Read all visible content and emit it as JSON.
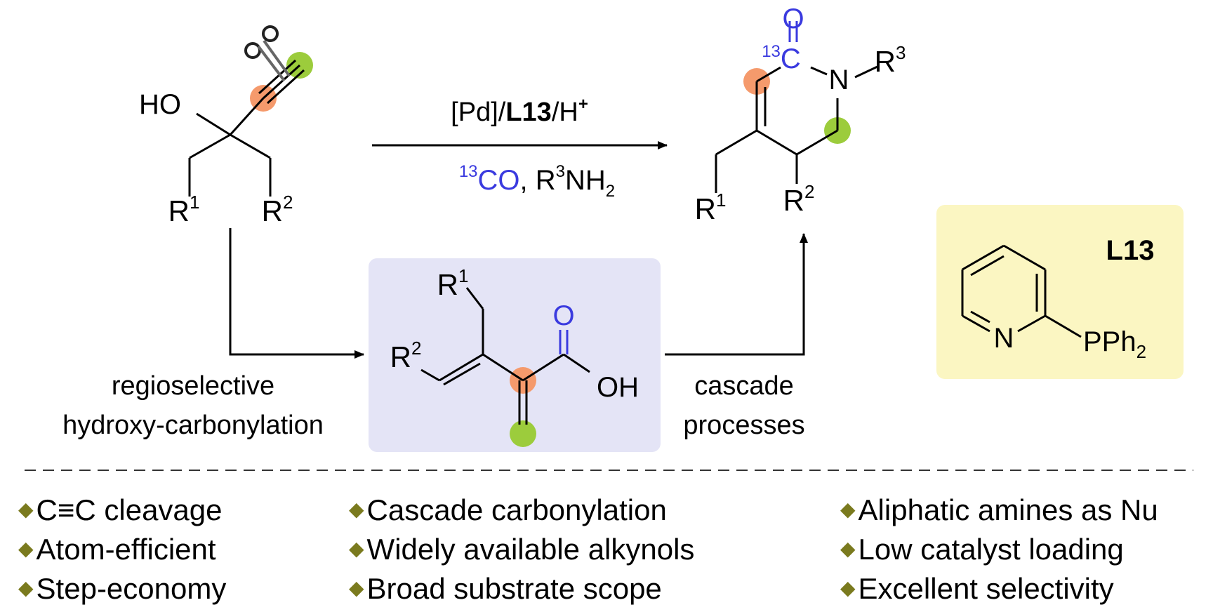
{
  "reaction": {
    "reagents_line1": {
      "pd": "[Pd]/",
      "ligand": "L13",
      "acid": "/H",
      "acid_sup": "+"
    },
    "reagents_line2": {
      "co_sup": "13",
      "co": "CO",
      "amine": ", R",
      "amine_sup": "3",
      "amine_mid": "NH",
      "amine_sub": "2"
    },
    "left_step_label": [
      "regioselective",
      "hydroxy-carbonylation"
    ],
    "right_step_label": [
      "cascade",
      "processes"
    ]
  },
  "substrate": {
    "oh": "HO",
    "r1": "R",
    "r1_sup": "1",
    "r2": "R",
    "r2_sup": "2"
  },
  "intermediate": {
    "r1": "R",
    "r1_sup": "1",
    "r2": "R",
    "r2_sup": "2",
    "o": "O",
    "oh": "OH"
  },
  "product": {
    "o": "O",
    "c_sup": "13",
    "c": "C",
    "n": "N",
    "r3": "R",
    "r3_sup": "3",
    "r1": "R",
    "r1_sup": "1",
    "r2": "R",
    "r2_sup": "2"
  },
  "ligand_box": {
    "title": "L13",
    "n": "N",
    "pph": "PPh",
    "pph_sub": "2"
  },
  "features": {
    "col1": [
      "C≡C cleavage",
      "Atom-efficient",
      "Step-economy"
    ],
    "col2": [
      "Cascade carbonylation",
      "Widely available alkynols",
      "Broad substrate scope"
    ],
    "col3": [
      "Aliphatic amines as Nu",
      "Low catalyst loading",
      "Excellent selectivity"
    ],
    "bullet": "◆"
  },
  "colors": {
    "isotope_blue": "#3a3adf",
    "orange_dot": "#f59a6c",
    "green_dot": "#9ccc3c",
    "intermediate_bg": "#e4e4f6",
    "ligand_bg": "#fbf6c2",
    "bullet": "#7a7a1e"
  }
}
